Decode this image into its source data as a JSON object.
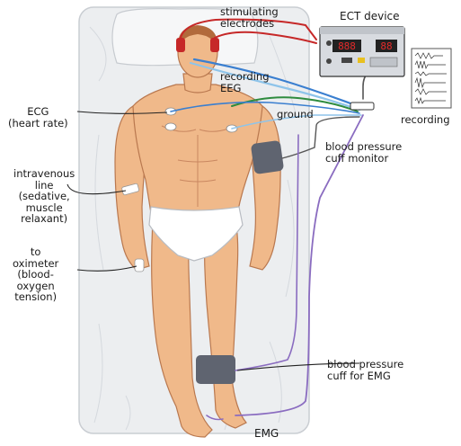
{
  "labels": {
    "stimulating": "stimulating\nelectrodes",
    "ect_device": "ECT device",
    "recording_eeg": "recording\nEEG",
    "ecg": "ECG\n(heart rate)",
    "ground": "ground",
    "recording": "recording",
    "bp_monitor": "blood pressure\ncuff monitor",
    "iv_line": "intravenous\nline\n(sedative,\nmuscle\nrelaxant)",
    "oximeter": "to\noximeter\n(blood-\noxygen\ntension)",
    "bp_emg": "blood pressure\ncuff for EMG",
    "emg": "EMG"
  },
  "device": {
    "display_left": "888",
    "display_right": "88"
  },
  "colors": {
    "skin": "#f0b98a",
    "skin_shade": "#d99467",
    "mat": "#eceef0",
    "wire_red": "#c62828",
    "wire_blue": "#3a7fd0",
    "wire_lightblue": "#8ec4ea",
    "wire_green": "#2e8b3e",
    "wire_purple": "#8a6cc0",
    "wire_dark": "#333333",
    "cuff": "#5f6470",
    "device_panel": "#d8dbe0",
    "display_red": "#e32a2a"
  }
}
